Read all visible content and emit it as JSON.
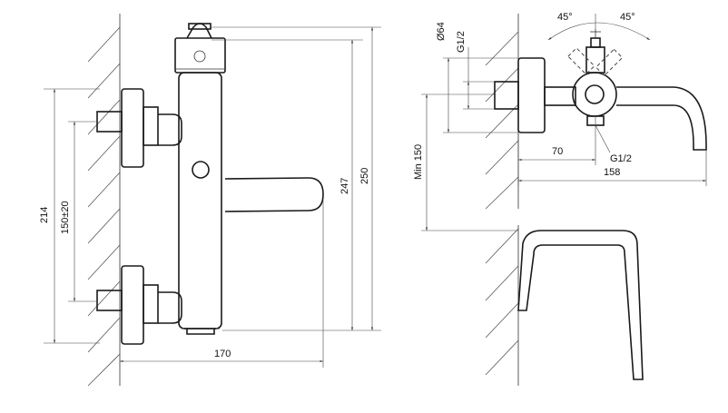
{
  "labels": {
    "dim_214": "214",
    "dim_150_20": "150±20",
    "dim_247": "247",
    "dim_250": "250",
    "dim_170": "170",
    "dim_o64": "Ø64",
    "dim_g12_top": "G1/2",
    "dim_45_left": "45°",
    "dim_45_right": "45°",
    "dim_min150": "Min 150",
    "dim_70": "70",
    "dim_g12_bottom": "G1/2",
    "dim_158": "158"
  }
}
